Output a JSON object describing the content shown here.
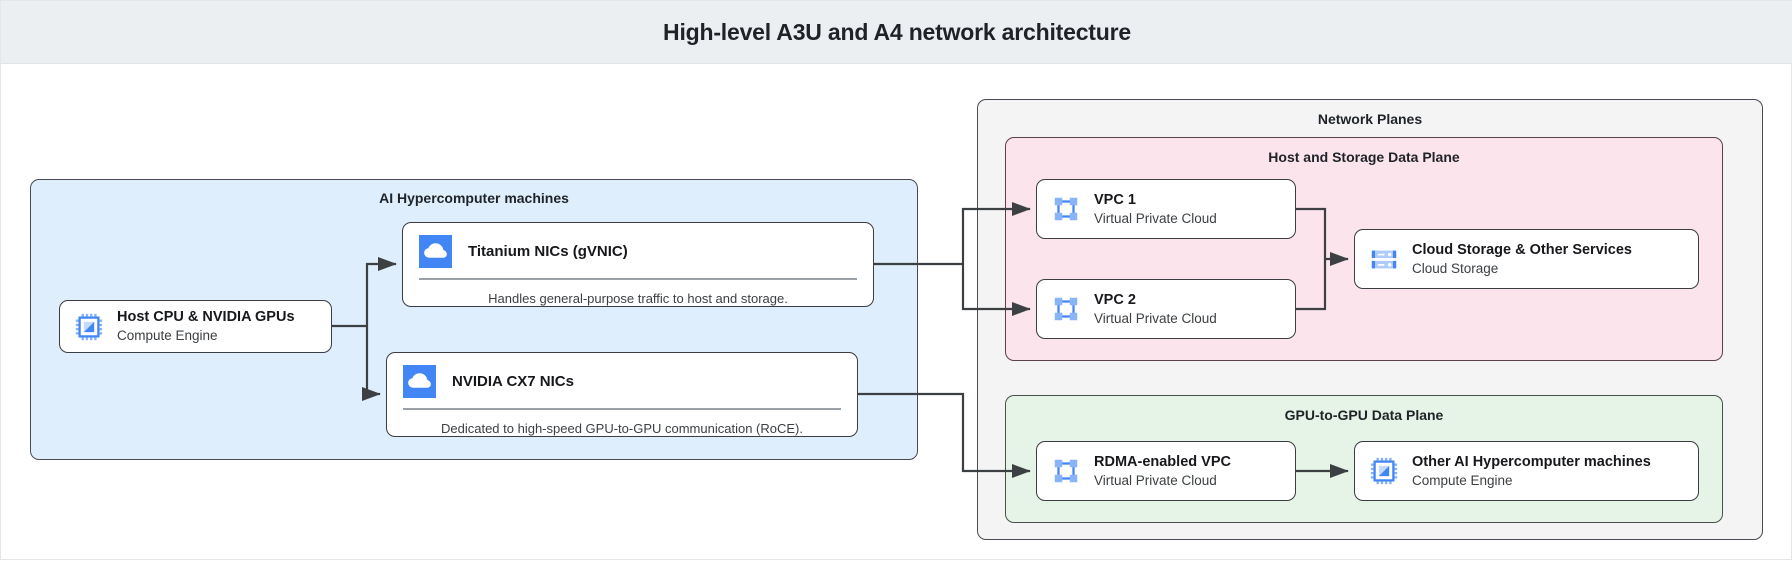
{
  "header": {
    "title": "High-level A3U and A4 network architecture"
  },
  "groups": {
    "ai_machines": {
      "title": "AI Hypercomputer machines"
    },
    "network_planes": {
      "title": "Network Planes"
    },
    "host_storage_plane": {
      "title": "Host and Storage Data Plane"
    },
    "gpu_plane": {
      "title": "GPU-to-GPU Data Plane"
    }
  },
  "nodes": {
    "host_cpu": {
      "title": "Host CPU & NVIDIA GPUs",
      "subtitle": "Compute Engine",
      "icon": "cpu-chip-icon"
    },
    "titanium_nics": {
      "title": "Titanium NICs (gVNIC)",
      "desc": "Handles general-purpose traffic to host and storage.",
      "icon": "cloud-icon"
    },
    "cx7_nics": {
      "title": "NVIDIA CX7 NICs",
      "desc": "Dedicated to high-speed GPU-to-GPU communication (RoCE).",
      "icon": "cloud-icon"
    },
    "vpc1": {
      "title": "VPC 1",
      "subtitle": "Virtual Private Cloud",
      "icon": "vpc-icon"
    },
    "vpc2": {
      "title": "VPC 2",
      "subtitle": "Virtual Private Cloud",
      "icon": "vpc-icon"
    },
    "cloud_storage": {
      "title": "Cloud Storage & Other Services",
      "subtitle": "Cloud Storage",
      "icon": "storage-rack-icon"
    },
    "rdma_vpc": {
      "title": "RDMA-enabled VPC",
      "subtitle": "Virtual Private Cloud",
      "icon": "vpc-icon"
    },
    "other_machines": {
      "title": "Other AI Hypercomputer machines",
      "subtitle": "Compute Engine",
      "icon": "cpu-chip-icon"
    }
  },
  "colors": {
    "header_bg": "#eceff1",
    "ai_group_bg": "#dfeefc",
    "network_group_bg": "#f4f4f5",
    "host_plane_bg": "#fbe4ec",
    "gpu_plane_bg": "#e5f4e6",
    "icon_blue": "#4285f4",
    "icon_blue_light": "#8ab4f8",
    "connector": "#3c4043"
  }
}
